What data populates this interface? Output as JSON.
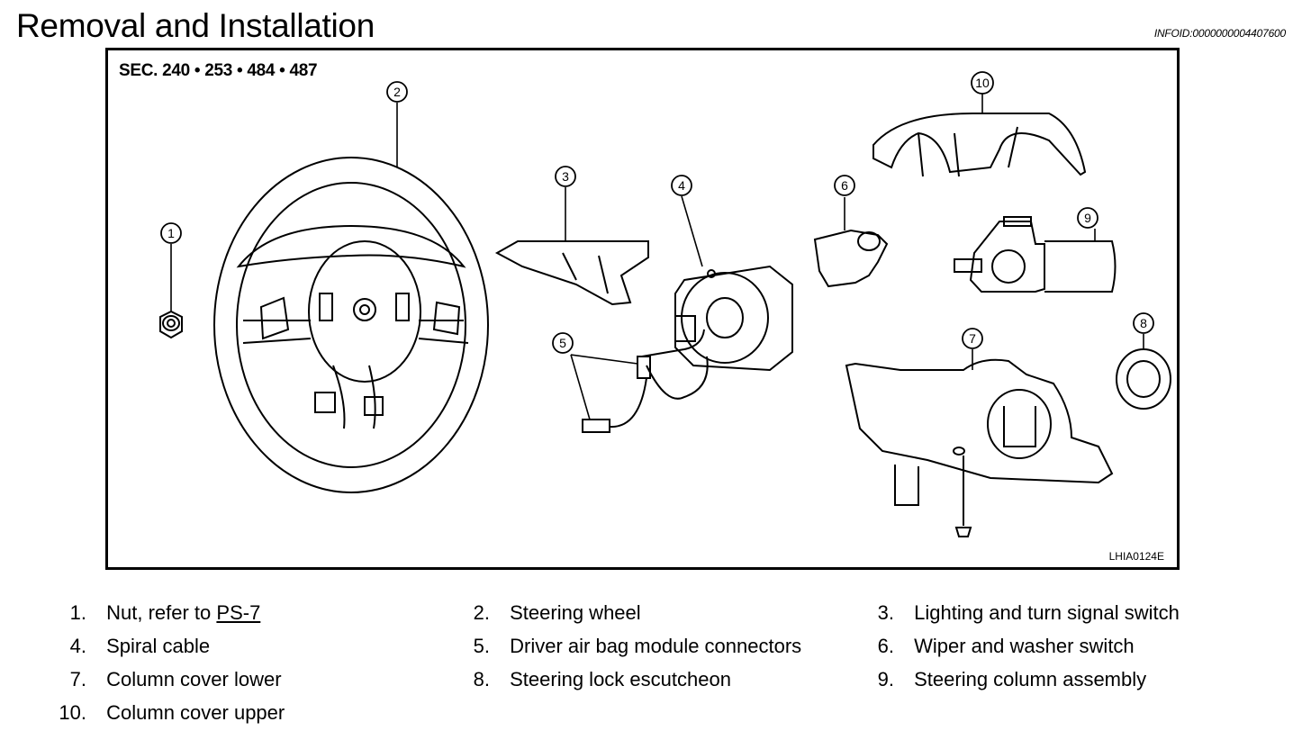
{
  "header": {
    "title": "Removal and Installation",
    "info_id": "INFOID:0000000004407600"
  },
  "figure": {
    "section_label": "SEC. 240 • 253 • 484 • 487",
    "figure_code": "LHIA0124E",
    "callouts": [
      "1",
      "2",
      "3",
      "4",
      "5",
      "6",
      "7",
      "8",
      "9",
      "10"
    ]
  },
  "legend": {
    "items": [
      {
        "num": "1.",
        "label": "Nut, refer to ",
        "link": "PS-7"
      },
      {
        "num": "2.",
        "label": "Steering wheel"
      },
      {
        "num": "3.",
        "label": "Lighting and turn signal switch"
      },
      {
        "num": "4.",
        "label": "Spiral cable"
      },
      {
        "num": "5.",
        "label": "Driver air bag module connectors"
      },
      {
        "num": "6.",
        "label": "Wiper and washer switch"
      },
      {
        "num": "7.",
        "label": "Column cover lower"
      },
      {
        "num": "8.",
        "label": "Steering lock escutcheon"
      },
      {
        "num": "9.",
        "label": "Steering column assembly"
      },
      {
        "num": "10.",
        "label": "Column cover upper"
      }
    ]
  }
}
